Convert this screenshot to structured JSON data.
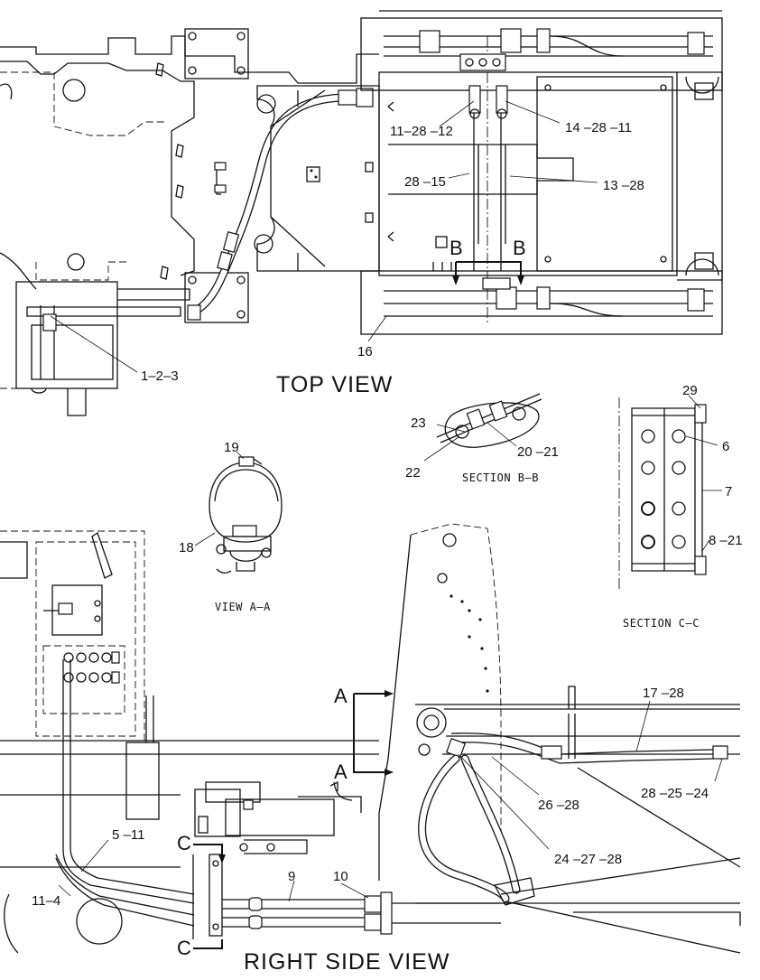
{
  "views": {
    "top": "TOP VIEW",
    "right_side": "RIGHT SIDE VIEW",
    "view_aa": "VIEW A–A",
    "section_bb": "SECTION B–B",
    "section_cc": "SECTION C–C"
  },
  "cut_markers": {
    "a_upper": "A",
    "a_lower": "A",
    "b_left": "B",
    "b_right": "B",
    "c_upper": "C",
    "c_lower": "C"
  },
  "callouts": {
    "c_11_28_12": "11–28 –12",
    "c_14_28_11": "14 –28 –11",
    "c_28_15": "28 –15",
    "c_13_28": "13 –28",
    "c_16": "16",
    "c_1_2_3": "1–2–3",
    "c_29": "29",
    "c_6": "6",
    "c_7": "7",
    "c_8_21": "8 –21",
    "c_23": "23",
    "c_20_21": "20 –21",
    "c_22": "22",
    "c_19": "19",
    "c_18": "18",
    "c_17_28": "17 –28",
    "c_28_25_24": "28 –25 –24",
    "c_26_28": "26 –28",
    "c_24_27_28": "24 –27 –28",
    "c_5_11": "5 –11",
    "c_11_4": "11–4",
    "c_9": "9",
    "c_10": "10"
  }
}
